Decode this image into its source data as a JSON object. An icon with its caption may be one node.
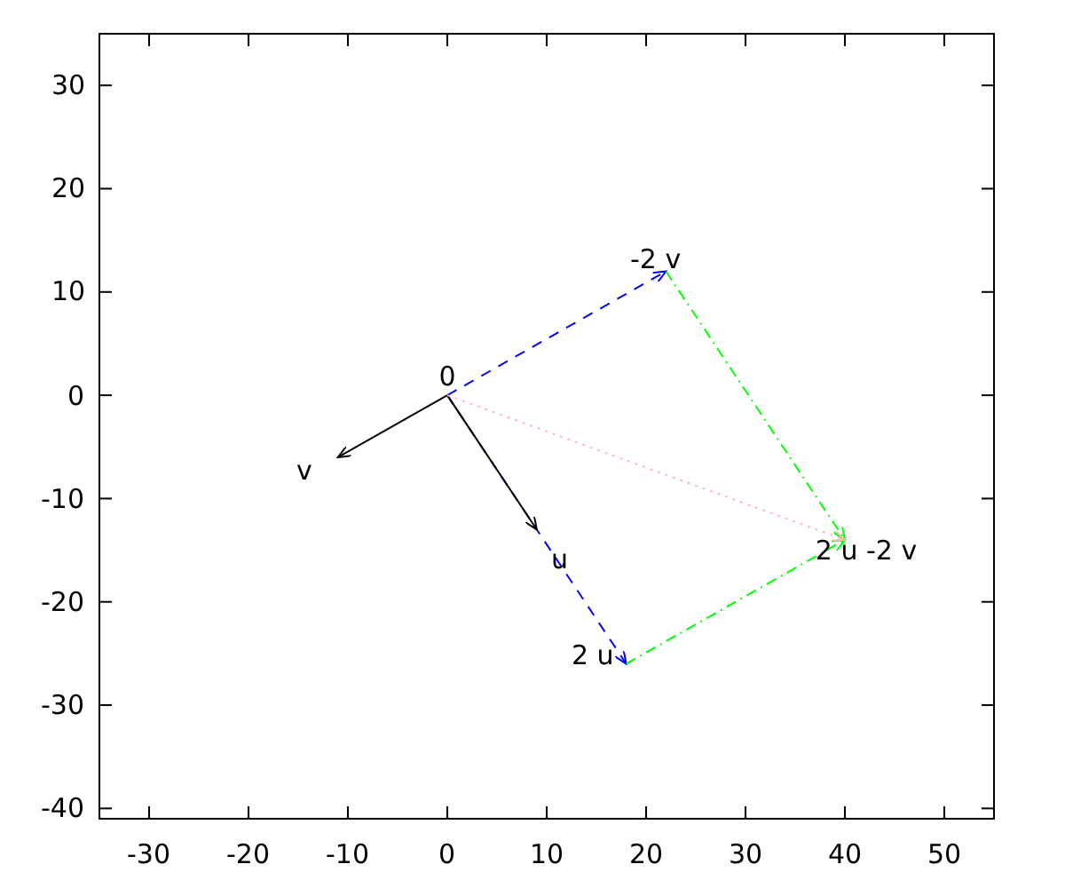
{
  "diagram": {
    "nodes": [
      {
        "text": [
          "0"
        ]
      },
      {
        "text": [
          "v"
        ]
      },
      {
        "text": [
          "u"
        ]
      },
      {
        "text": [
          "2 u"
        ]
      },
      {
        "text": [
          "-2 v"
        ]
      },
      {
        "text": [
          "2 u -2 v"
        ]
      }
    ],
    "edges": [
      {
        "from": 0,
        "to": 4,
        "arrow": "to",
        "style": "dashed",
        "color": "#0000ff"
      },
      {
        "from": 0,
        "to": 3,
        "arrow": "to",
        "style": "dashed",
        "color": "#0000ff"
      },
      {
        "from": 0,
        "to": 1,
        "arrow": "to",
        "color": "#000000"
      },
      {
        "from": 0,
        "to": 2,
        "arrow": "to",
        "color": "#000000"
      },
      {
        "from": 4,
        "to": 5,
        "arrow": "to",
        "style": "dashed",
        "color": "#00ff00"
      },
      {
        "from": 3,
        "to": 5,
        "arrow": "to",
        "style": "dashed",
        "color": "#00ff00"
      },
      {
        "from": 0,
        "to": 5,
        "arrow": "to",
        "style": "dashed",
        "color": "#ffb6c1"
      }
    ],
    "labels": [
      "30",
      "20",
      "10",
      "0",
      "-10",
      "-20",
      "-30",
      "-40",
      "-30",
      "-20",
      "-10",
      "0",
      "10",
      "20",
      "30",
      "40",
      "50"
    ]
  }
}
